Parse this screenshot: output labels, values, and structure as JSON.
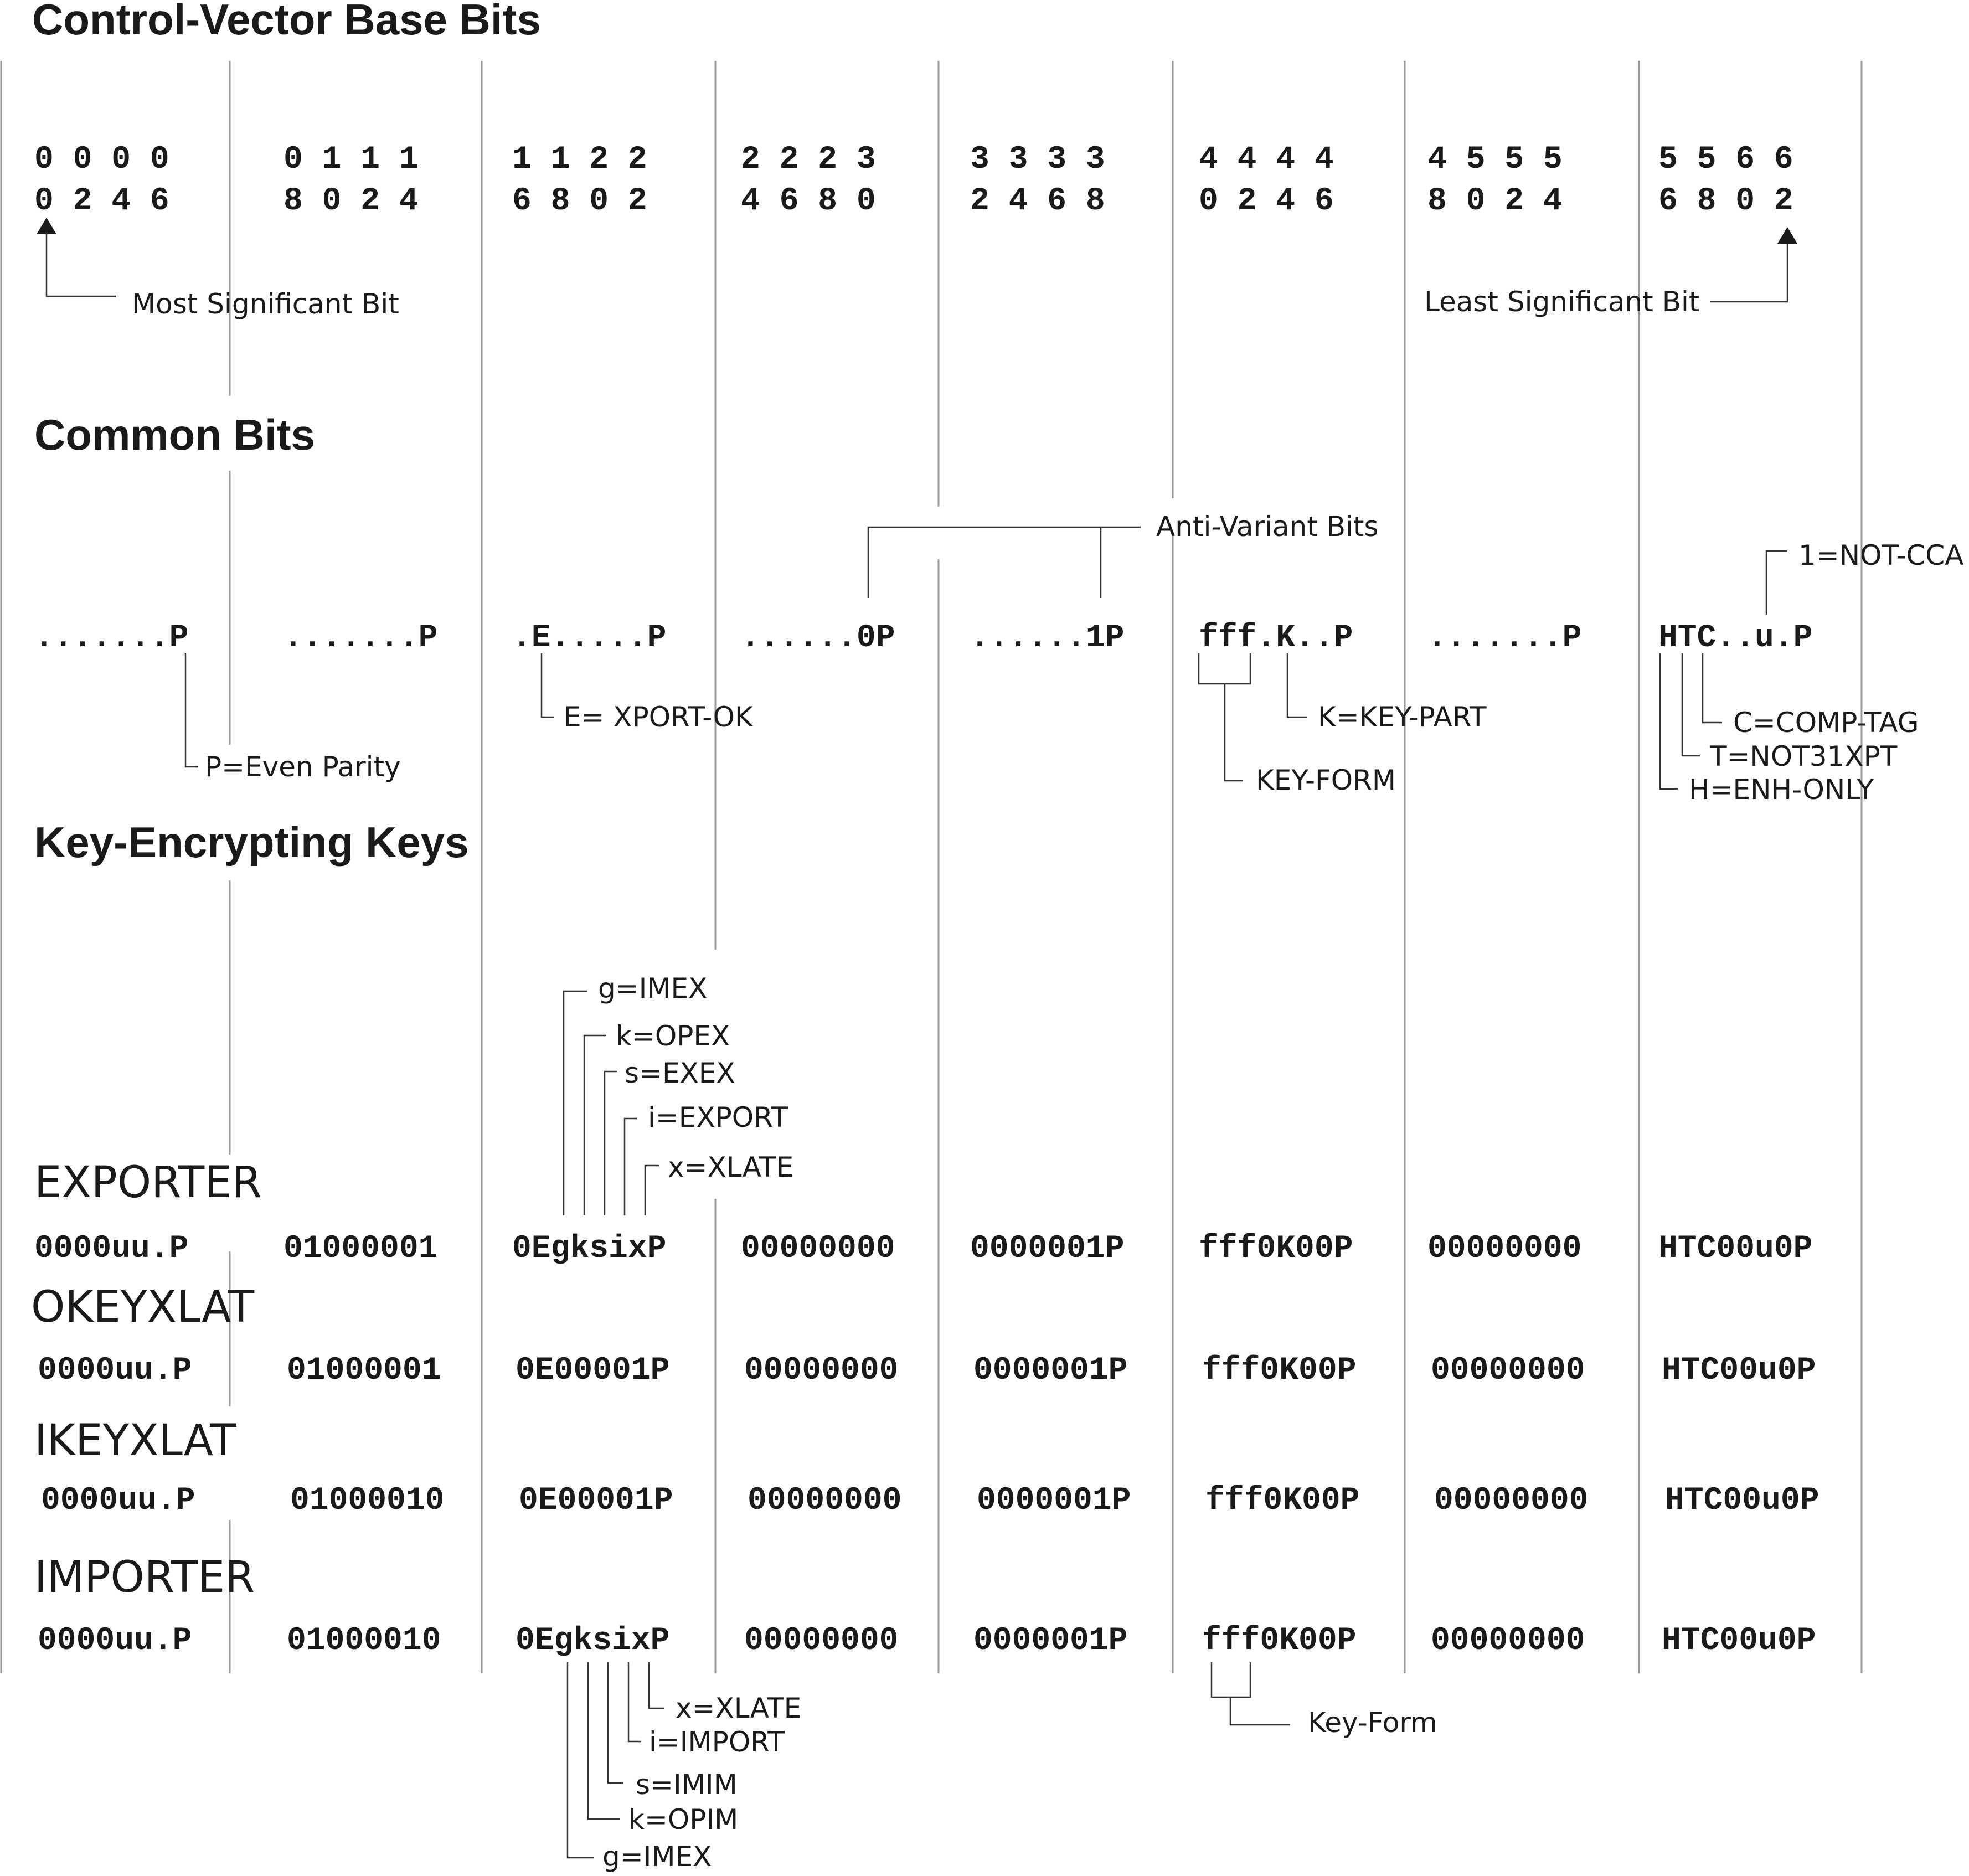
{
  "headings": {
    "base": "Control-Vector Base Bits",
    "common": "Common Bits",
    "kek": "Key-Encrypting Keys"
  },
  "base_bits": [
    {
      "top": "0 0 0 0",
      "bottom": "0 2 4 6"
    },
    {
      "top": "0 1 1 1",
      "bottom": "8 0 2 4"
    },
    {
      "top": "1 1 2 2",
      "bottom": "6 8 0 2"
    },
    {
      "top": "2 2 2 3",
      "bottom": "4 6 8 0"
    },
    {
      "top": "3 3 3 3",
      "bottom": "2 4 6 8"
    },
    {
      "top": "4 4 4 4",
      "bottom": "0 2 4 6"
    },
    {
      "top": "4 5 5 5",
      "bottom": "8 0 2 4"
    },
    {
      "top": "5 5 6 6",
      "bottom": "6 8 0 2"
    }
  ],
  "base_labels": {
    "msb": "Most Significant Bit",
    "lsb": "Least Significant Bit"
  },
  "common_bits": [
    ".......P",
    ".......P",
    ".E.....P",
    "......0P",
    "......1P",
    "fff.K..P",
    ".......P",
    "HTC..u.P"
  ],
  "common_labels": {
    "anti_variant": "Anti-Variant Bits",
    "not_cca": "1=NOT-CCA",
    "parity": "P=Even Parity",
    "xport_ok": "E= XPORT-OK",
    "key_part": "K=KEY-PART",
    "key_form": "KEY-FORM",
    "comp_tag": "C=COMP-TAG",
    "not31xpt": "T=NOT31XPT",
    "enh_only": "H=ENH-ONLY"
  },
  "exporter_labels": [
    "g=IMEX",
    "k=OPEX",
    "s=EXEX",
    "i=EXPORT",
    "x=XLATE"
  ],
  "importer_labels": [
    "x=XLATE",
    "i=IMPORT",
    "s=IMIM",
    "k=OPIM",
    "g=IMEX"
  ],
  "key_form_bottom": "Key-Form",
  "rows": [
    {
      "name": "EXPORTER",
      "values": [
        "0000uu.P",
        "01000001",
        "0EgksixP",
        "00000000",
        "0000001P",
        "fff0K00P",
        "00000000",
        "HTC00u0P"
      ]
    },
    {
      "name": "OKEYXLAT",
      "values": [
        "0000uu.P",
        "01000001",
        "0E00001P",
        "00000000",
        "0000001P",
        "fff0K00P",
        "00000000",
        "HTC00u0P"
      ]
    },
    {
      "name": "IKEYXLAT",
      "values": [
        "0000uu.P",
        "01000010",
        "0E00001P",
        "00000000",
        "0000001P",
        "fff0K00P",
        "00000000",
        "HTC00u0P"
      ]
    },
    {
      "name": "IMPORTER",
      "values": [
        "0000uu.P",
        "01000010",
        "0EgksixP",
        "00000000",
        "0000001P",
        "fff0K00P",
        "00000000",
        "HTC00u0P"
      ]
    }
  ]
}
